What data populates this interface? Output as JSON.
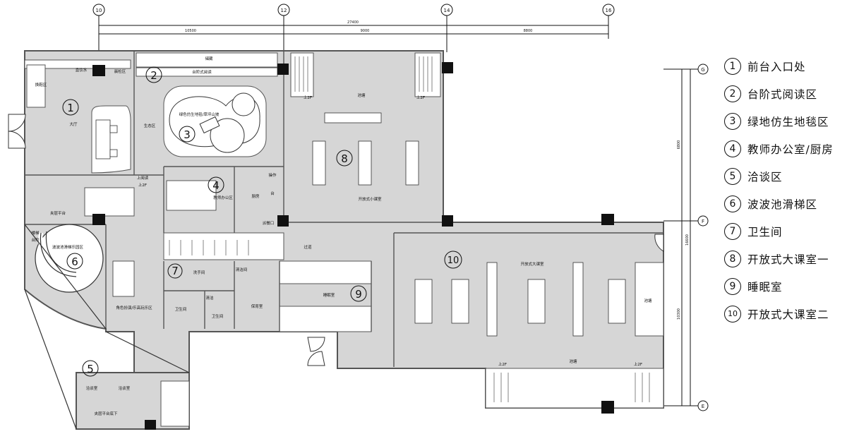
{
  "legend": [
    {
      "num": "1",
      "label": "前台入口处"
    },
    {
      "num": "2",
      "label": "台阶式阅读区"
    },
    {
      "num": "3",
      "label": "绿地仿生地毯区"
    },
    {
      "num": "4",
      "label": "教师办公室/厨房"
    },
    {
      "num": "5",
      "label": "洽谈区"
    },
    {
      "num": "6",
      "label": "波波池滑梯区"
    },
    {
      "num": "7",
      "label": "卫生间"
    },
    {
      "num": "8",
      "label": "开放式大课室一"
    },
    {
      "num": "9",
      "label": "睡眠室"
    },
    {
      "num": "10",
      "label": "开放式大课室二"
    }
  ],
  "axes": {
    "a1": "10",
    "a2": "12",
    "a3": "14",
    "a4": "16",
    "b1": "G",
    "b2": "F",
    "b3": "E"
  },
  "dims": {
    "total": "27400",
    "d1": "10500",
    "d2": "9000",
    "d3": "8800",
    "v1": "6800",
    "v2": "16600",
    "v3": "10300"
  },
  "labels": {
    "water": "直饮水",
    "disinfect": "晨检区",
    "shoes": "换鞋区",
    "hall": "大厅",
    "storage": "储藏",
    "step_read": "台阶式阅读",
    "eco": "生态区",
    "green": "绿色仿生地毯/草坪山坡",
    "up_reading": "上阅读",
    "up_stair": "上2F",
    "ops1": "操作",
    "ops2": "台",
    "kitchen": "厨房",
    "teacher": "教师办公区",
    "pass_meal": "派餐口",
    "loft": "夹层平台",
    "ball_pool": "波波池滑梯乐园区",
    "stairs": "楼梯",
    "stairs2": "台阶",
    "role": "角色扮演/乐高玩乐区",
    "corridor": "过道",
    "wash": "洗手间",
    "toilet": "卫生间",
    "toilet2": "卫生间",
    "cleaning": "清洁间",
    "urinal": "清洁",
    "nanny": "保育室",
    "sleep": "睡眠室",
    "class_small": "开放式小课室",
    "class_big": "开放式大课室",
    "pool": "池塘",
    "pool2": "池塘",
    "pool3": "池塘",
    "up2": "上2F",
    "up3": "上2F",
    "up4": "上2F",
    "up5": "上2F",
    "talk1": "洽谈室",
    "talk2": "洽谈室",
    "loft_below": "夹层平台底下"
  }
}
